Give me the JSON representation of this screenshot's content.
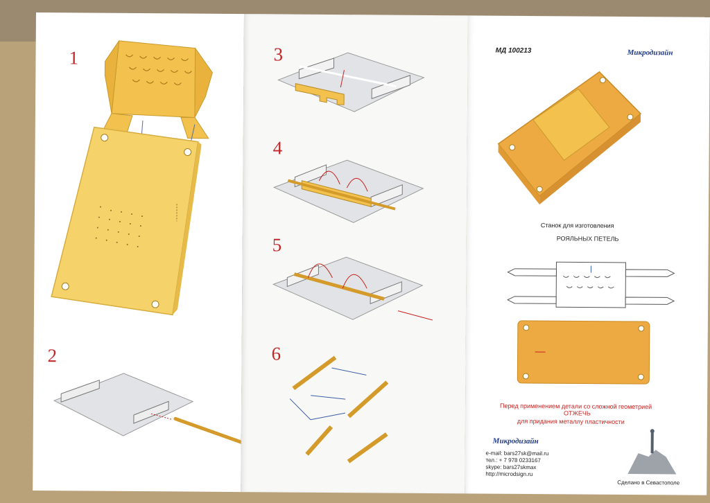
{
  "panel1": {
    "step1": "1",
    "step2": "2"
  },
  "panel2": {
    "step3": "3",
    "step4": "4",
    "step5": "5",
    "step6": "6"
  },
  "panel3": {
    "article": "МД 100213",
    "brand": "Микродизайн",
    "title_line1": "Станок для изготовления",
    "title_line2": "РОЯЛЬНЫХ ПЕТЕЛЬ",
    "warning_line1": "Перед применением детали со сложной геометрией",
    "warning_line2": "ОТЖЕЧЬ",
    "warning_line3": "для придания металлу пластичности",
    "contact_email": "e-mail: bars27sk@mail.ru",
    "contact_phone": "тел.: + 7 978 0233167",
    "contact_skype": "skype: bars27skmax",
    "contact_web": "http://microdsign.ru",
    "made_in": "Сделано в Севастополе"
  },
  "colors": {
    "accent_red": "#c8201e",
    "part_yellow": "#f2c14e",
    "part_orange": "#eeaa42",
    "brand_blue": "#223b86"
  }
}
